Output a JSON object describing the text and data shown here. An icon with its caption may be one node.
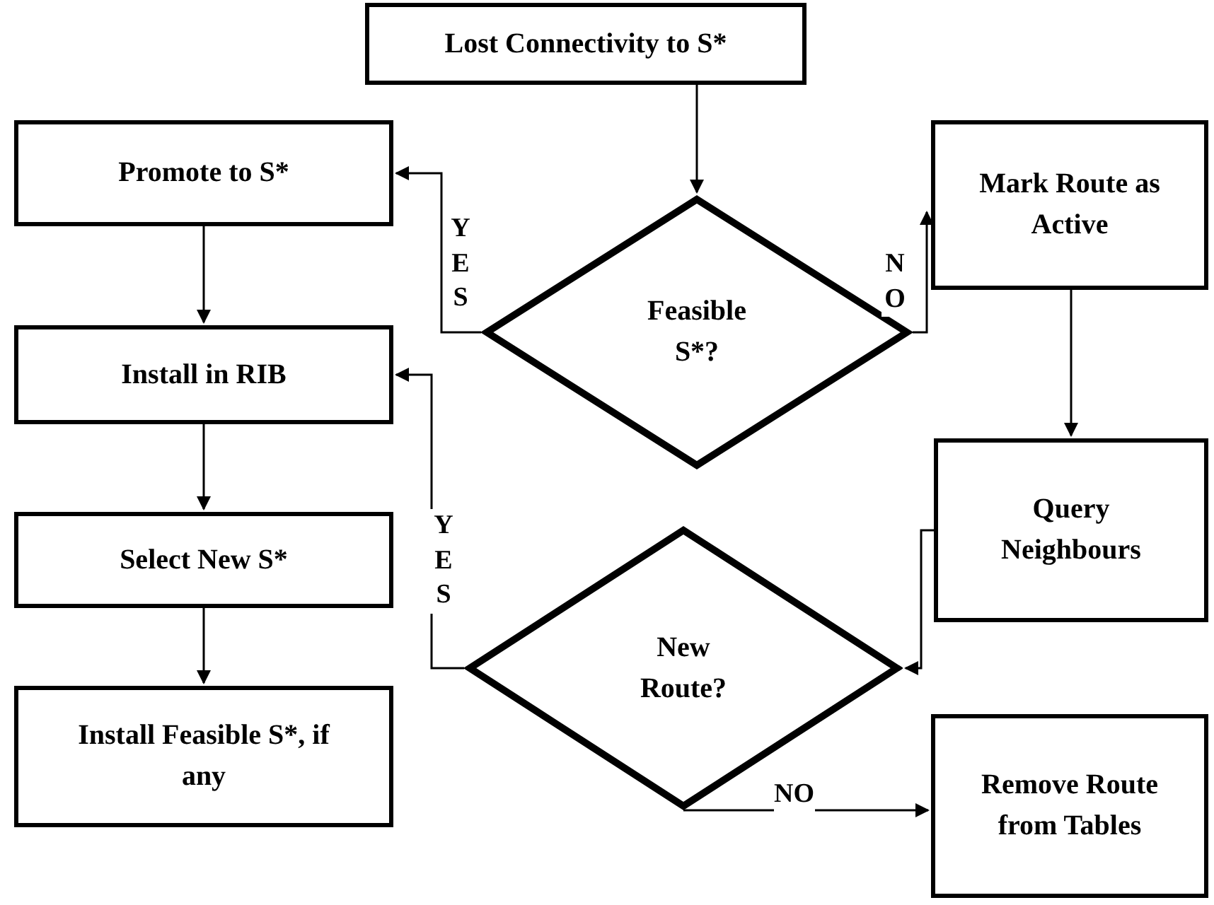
{
  "diagram": {
    "nodes": [
      {
        "text": [
          "Lost Connectivity to S*"
        ]
      },
      {
        "text": [
          "Promote to S*"
        ]
      },
      {
        "text": [
          "Feasible S*?"
        ]
      },
      {
        "text": [
          "Mark Route as Active"
        ]
      },
      {
        "text": [
          "Install in RIB"
        ]
      },
      {
        "text": [
          "Query Neighbours"
        ]
      },
      {
        "text": [
          "Select New S*"
        ]
      },
      {
        "text": [
          "New Route?"
        ]
      },
      {
        "text": [
          "Install Feasible S*, if any"
        ]
      },
      {
        "text": [
          "Remove Route from Tables"
        ]
      }
    ],
    "edges": [
      {
        "from": 0,
        "to": 2,
        "arrow": "to"
      },
      {
        "from": 2,
        "to": 1,
        "arrow": "to",
        "label": "YES"
      },
      {
        "from": 2,
        "to": 3,
        "arrow": "to",
        "label": "NO"
      },
      {
        "from": 1,
        "to": 4,
        "arrow": "to"
      },
      {
        "from": 3,
        "to": 5,
        "arrow": "to"
      },
      {
        "from": 4,
        "to": 6,
        "arrow": "to"
      },
      {
        "from": 5,
        "to": 7,
        "arrow": "to"
      },
      {
        "from": 7,
        "to": 4,
        "arrow": "to",
        "label": "YES"
      },
      {
        "from": 6,
        "to": 8,
        "arrow": "to"
      },
      {
        "from": 7,
        "to": 9,
        "arrow": "to",
        "label": "NO"
      }
    ]
  }
}
